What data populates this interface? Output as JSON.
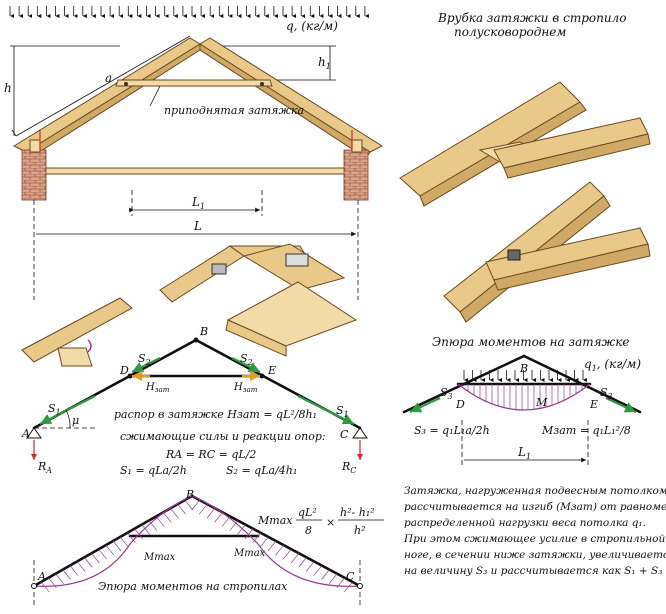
{
  "load_label": "q, (кг/м)",
  "top_right_title_1": "Врубка затяжки в стропило",
  "top_right_title_2": "полусковороднем",
  "label_a": "a",
  "label_h": "h",
  "label_h1": "h",
  "label_h1_sub": "1",
  "raised_tie_label": "приподнятая затяжка",
  "label_L1": "L",
  "label_L1_sub": "1",
  "label_L": "L",
  "tie_moment_title": "Эпюра моментов на затяжке",
  "tie_load_label": "q",
  "tie_load_sub": "1",
  "tie_load_units": ", (кг/м)",
  "points": {
    "A": "A",
    "B": "B",
    "C": "C",
    "D": "D",
    "E": "E",
    "M": "M"
  },
  "s1": "S",
  "s1_sub": "1",
  "s2": "S",
  "s2_sub": "2",
  "s3": "S",
  "s3_sub": "3",
  "h_zat": "H",
  "h_zat_sub": "зат",
  "mu": "μ",
  "r_a": "R",
  "r_a_sub": "A",
  "r_c": "R",
  "r_c_sub": "C",
  "formula_thrust": "распор в затяжке  Hзат = qL²/8h₁",
  "formula_forces_title": "сжимающие силы и реакции опор:",
  "formula_reactions": "RA = RC = qL/2",
  "formula_s1": "S₁ = qLa/2h",
  "formula_s2": "S₂ = qLa/4h₁",
  "tie_formula_s3": "S₃ = q₁L₁a/2h",
  "tie_formula_m": "Mзат = q₁L₁²/8",
  "tie_L1": "L",
  "tie_L1_sub": "1",
  "mmax_lhs": "Mmax",
  "mmax_num1": "qL²",
  "mmax_den1": "8",
  "mmax_times": "×",
  "mmax_num2": "h²- h₁²",
  "mmax_den2": "h²",
  "mmax_label": "Mmax",
  "rafter_moment_title": "Эпюра моментов на стропилах",
  "note_lines": [
    "Затяжка, нагруженная подвесным потолком,",
    "рассчитывается на изгиб (Mзат) от равномерно",
    "распределенной нагрузки веса потолка q₁.",
    "При этом сжимающее усилие в стропильной",
    "ноге, в сечении ниже затяжки, увеличивается",
    "на величину S₃ и рассчитывается как S₁ + S₃"
  ],
  "colors": {
    "wood": "#e8c98a",
    "brick": "#d9a58a",
    "green_force": "#2e9a3e",
    "hatch": "#9b3b8f",
    "red": "#dd2222"
  }
}
